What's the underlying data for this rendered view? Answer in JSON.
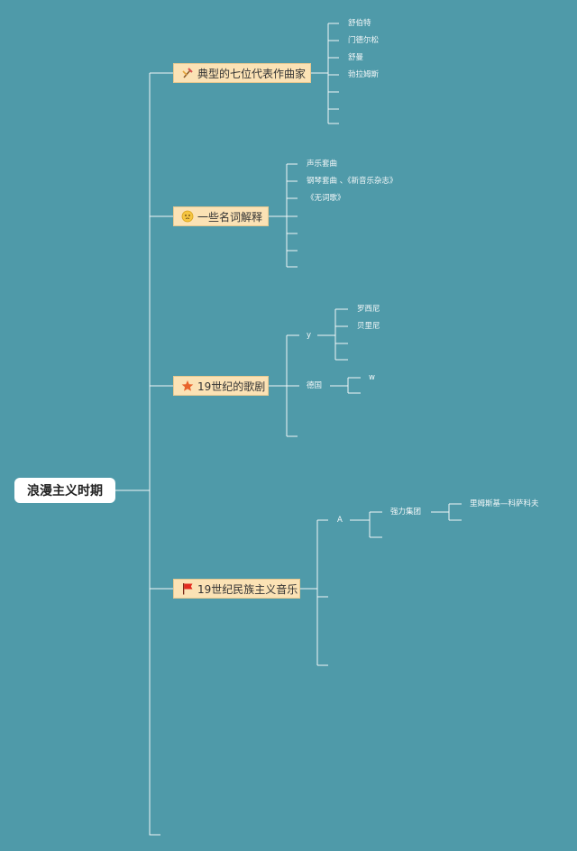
{
  "root": {
    "label": "浪漫主义时期"
  },
  "branches": [
    {
      "label": "典型的七位代表作曲家",
      "icon": "hammer-pick-icon",
      "children": [
        "舒伯特",
        "门德尔松",
        "舒曼",
        "勃拉姆斯"
      ]
    },
    {
      "label": "一些名词解释",
      "icon": "thinking-face-icon",
      "children": [
        "声乐套曲",
        "钢琴套曲 、《新音乐杂志》",
        "《无词歌》"
      ]
    },
    {
      "label": "19世纪的歌剧",
      "icon": "star-icon",
      "sub": [
        {
          "label": "y",
          "children": [
            "罗西尼",
            "贝里尼"
          ]
        },
        {
          "label": "德国",
          "children": [
            "w"
          ]
        }
      ]
    },
    {
      "label": "19世纪民族主义音乐",
      "icon": "red-flag-icon",
      "sub": [
        {
          "label": "A",
          "group": "强力集团",
          "member": "里姆斯基—科萨科夫"
        }
      ]
    }
  ]
}
